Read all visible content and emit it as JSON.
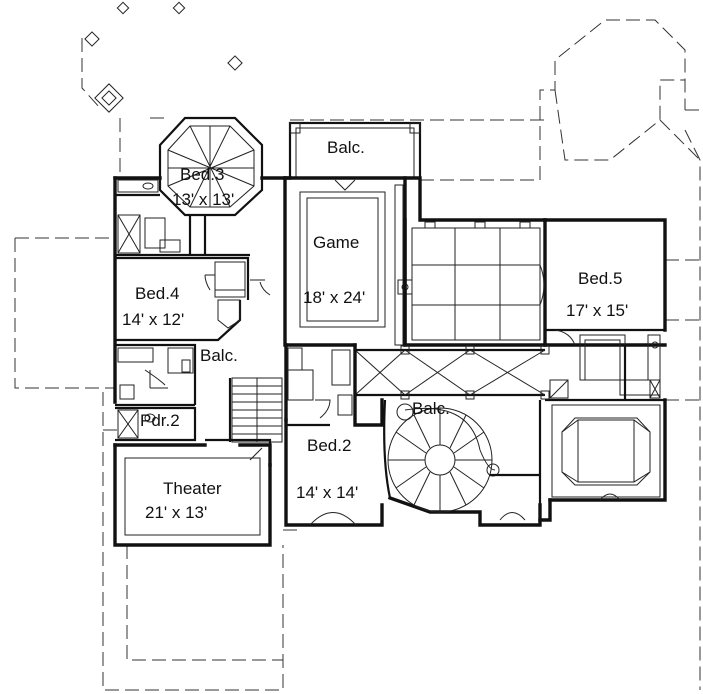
{
  "rooms": {
    "balc_top": {
      "name": "Balc."
    },
    "bed3": {
      "name": "Bed.3",
      "size": "13' x 13'"
    },
    "game": {
      "name": "Game",
      "size": "18' x 24'"
    },
    "bed4": {
      "name": "Bed.4",
      "size": "14' x 12'"
    },
    "balc_mid": {
      "name": "Balc."
    },
    "bed5": {
      "name": "Bed.5",
      "size": "17' x 15'"
    },
    "pdr2": {
      "name": "Pdr.2"
    },
    "bed2": {
      "name": "Bed.2",
      "size": "14' x 14'"
    },
    "balc_stair": {
      "name": "Balc."
    },
    "theater": {
      "name": "Theater",
      "size": "21' x 13'"
    }
  }
}
